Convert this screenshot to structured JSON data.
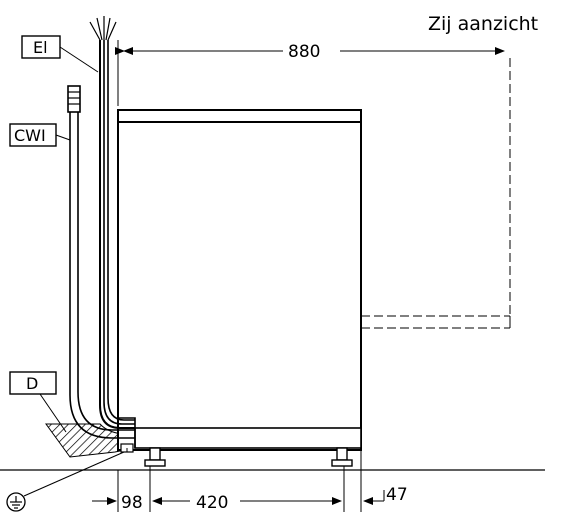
{
  "title": "Zij aanzicht",
  "labels": {
    "el": "El",
    "cwi": "CWI",
    "d": "D"
  },
  "dimensions": {
    "overall_depth": "880",
    "left_offset": "98",
    "feet_spacing": "420",
    "right_offset": "47"
  },
  "icons": {
    "ground": "ground-symbol-icon"
  }
}
